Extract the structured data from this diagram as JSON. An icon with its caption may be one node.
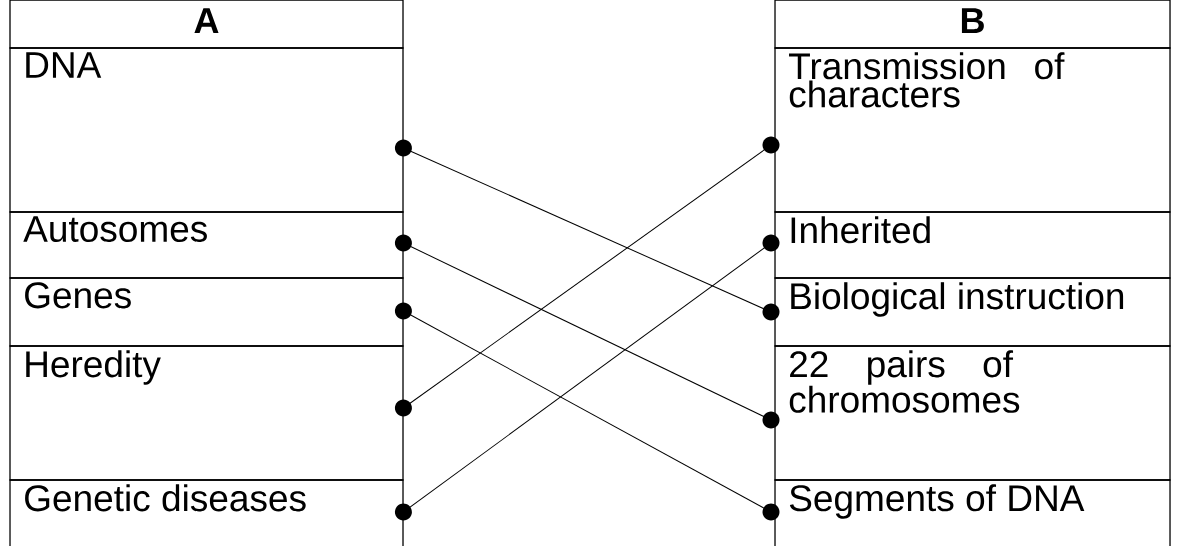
{
  "diagram": {
    "nodes": [
      {
        "text": [
          "A"
        ]
      },
      {
        "text": [
          "DNA"
        ]
      },
      {
        "text": [
          "Autosomes"
        ]
      },
      {
        "text": [
          "Genes"
        ]
      },
      {
        "text": [
          "Heredity"
        ]
      },
      {
        "text": [
          "Genetic diseases"
        ]
      },
      {
        "text": [
          "B"
        ]
      },
      {
        "text": [
          "Transmission of characters"
        ]
      },
      {
        "text": [
          "Inherited"
        ]
      },
      {
        "text": [
          "Biological instruction"
        ]
      },
      {
        "text": [
          "22 pairs of chromosomes"
        ]
      },
      {
        "text": [
          "Segments of DNA"
        ]
      }
    ],
    "edges": [
      {
        "from": 1,
        "to": 9,
        "arrow": "other"
      },
      {
        "from": 2,
        "to": 10,
        "arrow": "other"
      },
      {
        "from": 3,
        "to": 11,
        "arrow": "other"
      },
      {
        "from": 4,
        "to": 7,
        "arrow": "other"
      },
      {
        "from": 5,
        "to": 8,
        "arrow": "other"
      }
    ]
  }
}
